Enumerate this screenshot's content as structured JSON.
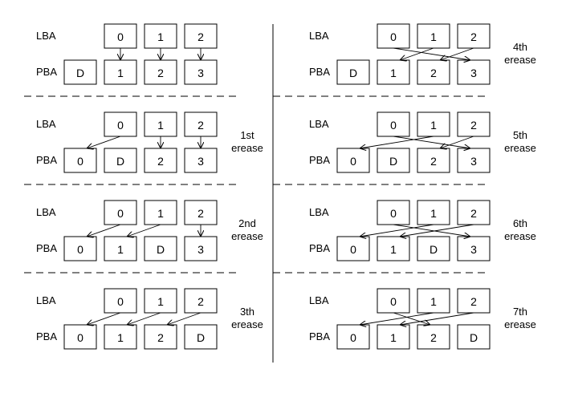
{
  "labels": {
    "lba": "LBA",
    "pba": "PBA"
  },
  "panels": [
    {
      "id": "initial",
      "caption": [],
      "lba": [
        "0",
        "1",
        "2"
      ],
      "pba": [
        "D",
        "1",
        "2",
        "3"
      ],
      "map": [
        1,
        2,
        3
      ]
    },
    {
      "id": "e1",
      "caption": [
        "1st",
        "erease"
      ],
      "lba": [
        "0",
        "1",
        "2"
      ],
      "pba": [
        "0",
        "D",
        "2",
        "3"
      ],
      "map": [
        0,
        2,
        3
      ]
    },
    {
      "id": "e2",
      "caption": [
        "2nd",
        "erease"
      ],
      "lba": [
        "0",
        "1",
        "2"
      ],
      "pba": [
        "0",
        "1",
        "D",
        "3"
      ],
      "map": [
        0,
        1,
        3
      ]
    },
    {
      "id": "e3",
      "caption": [
        "3th",
        "erease"
      ],
      "lba": [
        "0",
        "1",
        "2"
      ],
      "pba": [
        "0",
        "1",
        "2",
        "D"
      ],
      "map": [
        0,
        1,
        2
      ]
    },
    {
      "id": "e4",
      "caption": [
        "4th",
        "erease"
      ],
      "lba": [
        "0",
        "1",
        "2"
      ],
      "pba": [
        "D",
        "1",
        "2",
        "3"
      ],
      "map": [
        3,
        1,
        2
      ]
    },
    {
      "id": "e5",
      "caption": [
        "5th",
        "erease"
      ],
      "lba": [
        "0",
        "1",
        "2"
      ],
      "pba": [
        "0",
        "D",
        "2",
        "3"
      ],
      "map": [
        3,
        0,
        2
      ]
    },
    {
      "id": "e6",
      "caption": [
        "6th",
        "erease"
      ],
      "lba": [
        "0",
        "1",
        "2"
      ],
      "pba": [
        "0",
        "1",
        "D",
        "3"
      ],
      "map": [
        3,
        0,
        1
      ]
    },
    {
      "id": "e7",
      "caption": [
        "7th",
        "erease"
      ],
      "lba": [
        "0",
        "1",
        "2"
      ],
      "pba": [
        "0",
        "1",
        "2",
        "D"
      ],
      "map": [
        2,
        0,
        1
      ]
    }
  ]
}
